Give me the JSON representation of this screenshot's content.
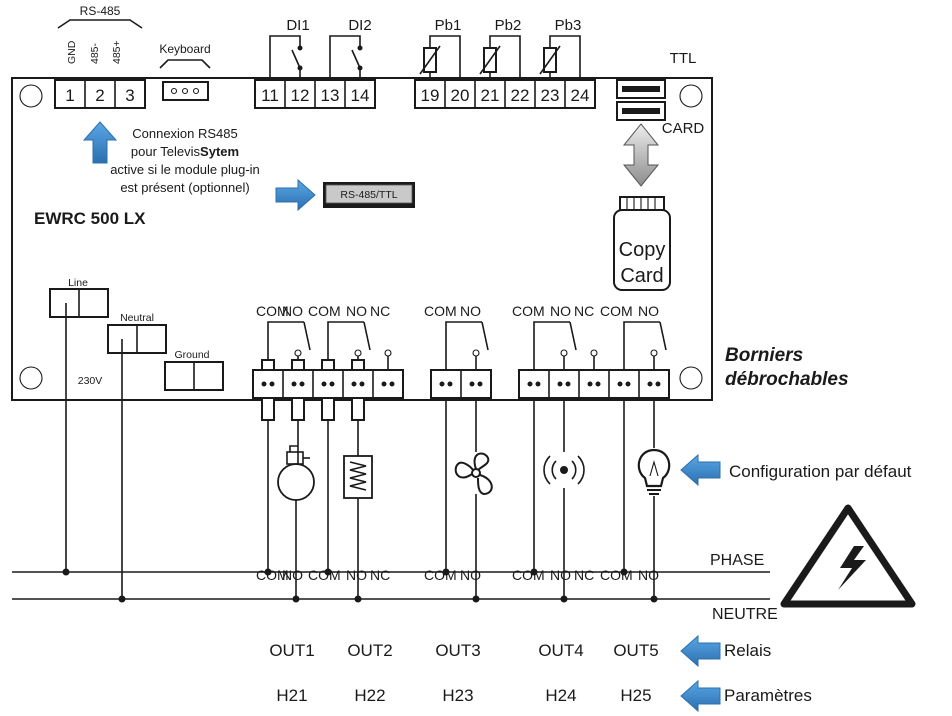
{
  "diagram": {
    "model": "EWRC 500 LX",
    "rs485": {
      "title": "RS-485",
      "pins": [
        "GND",
        "485-",
        "485+"
      ]
    },
    "keyboard_label": "Keyboard",
    "terminals_top": [
      "1",
      "2",
      "3",
      "11",
      "12",
      "13",
      "14",
      "19",
      "20",
      "21",
      "22",
      "23",
      "24"
    ],
    "inputs": [
      "DI1",
      "DI2",
      "Pb1",
      "Pb2",
      "Pb3"
    ],
    "ttl_label": "TTL",
    "card_label": "CARD",
    "copy_card": [
      "Copy",
      "Card"
    ],
    "rs485_note": [
      "Connexion RS485",
      "pour Televis",
      "Sytem",
      "active si le module plug-in",
      "est présent (optionnel)"
    ],
    "module_label": "RS-485/TTL",
    "power": {
      "line": "Line",
      "neutral": "Neutral",
      "ground": "Ground",
      "voltage": "230V"
    },
    "relay_labels": [
      "COM",
      "NO",
      "COM",
      "NO",
      "NC",
      "COM",
      "NO",
      "COM",
      "NO",
      "NC",
      "COM",
      "NO"
    ],
    "bottom_com_labels": [
      "COM",
      "NO",
      "COM",
      "NO",
      "NC",
      "COM",
      "NO",
      "COM",
      "NO",
      "NC",
      "COM",
      "NO"
    ],
    "removable_note": [
      "Borniers",
      "débrochables"
    ],
    "default_config": "Configuration par défaut",
    "phase": "PHASE",
    "neutral_line": "NEUTRE",
    "outputs": [
      "OUT1",
      "OUT2",
      "OUT3",
      "OUT4",
      "OUT5"
    ],
    "relais": "Relais",
    "params": [
      "H21",
      "H22",
      "H23",
      "H24",
      "H25"
    ],
    "parametres": "Paramètres",
    "icons": [
      "compressor-icon",
      "heater-icon",
      "fan-icon",
      "alarm-icon",
      "light-bulb-icon",
      "high-voltage-warning-icon"
    ],
    "colors": {
      "arrow": "#3b8fd6",
      "arrow_dark": "#2c6fae",
      "module": "#c9c9c9"
    }
  }
}
